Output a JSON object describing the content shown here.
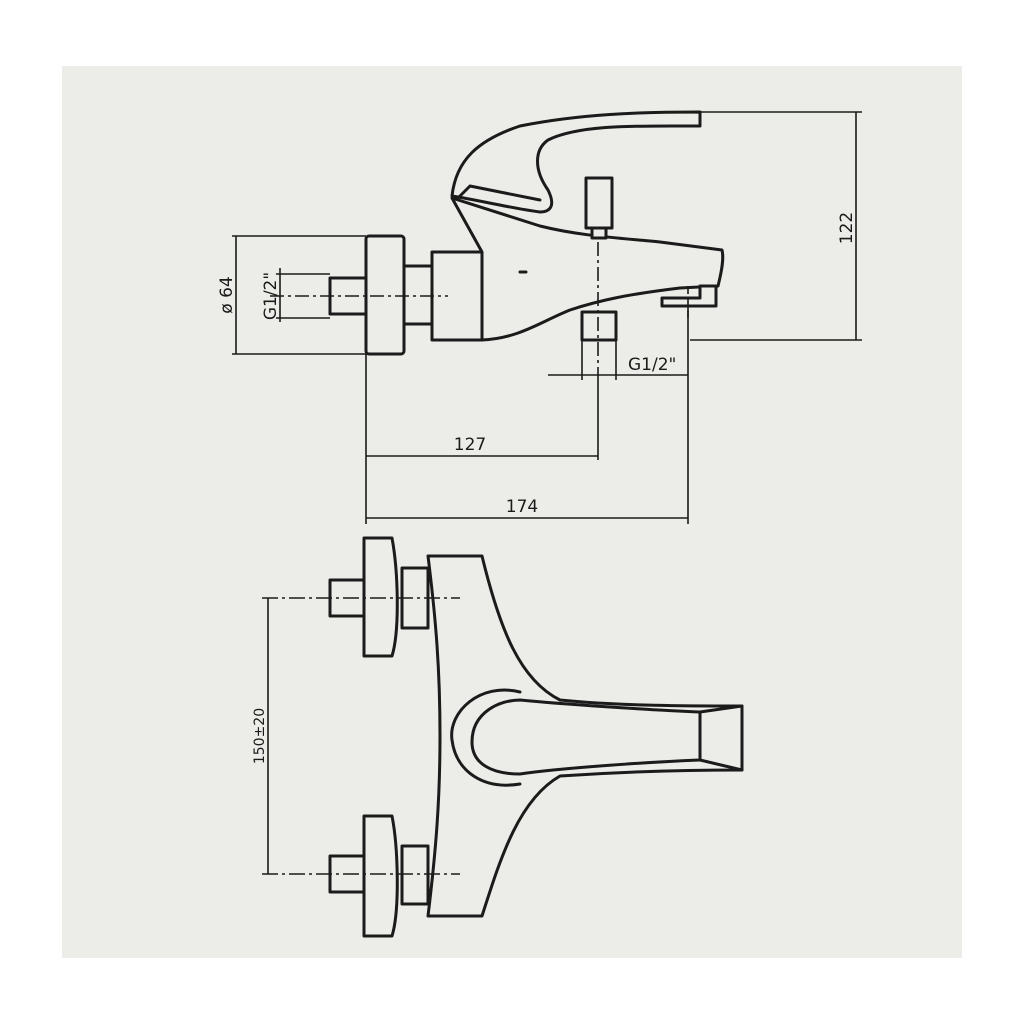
{
  "dimensions": {
    "height": "122",
    "diameter": "ø 64",
    "inlet_thread": "G1/2\"",
    "outlet_thread": "G1/2\"",
    "spout_axis": "127",
    "overall_depth": "174",
    "inlet_spacing": "150±20"
  }
}
